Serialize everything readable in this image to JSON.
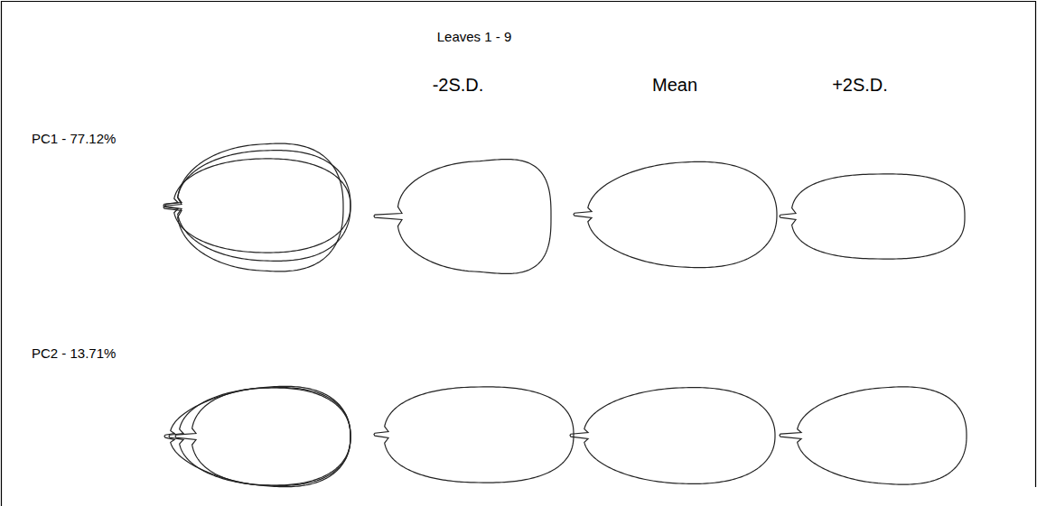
{
  "diagram": {
    "title": "Leaves 1 - 9",
    "labels": [
      "PC1 - 77.12%",
      "-2S.D.",
      "Mean",
      "+2S.D.",
      "PC2 - 13.71%"
    ]
  }
}
